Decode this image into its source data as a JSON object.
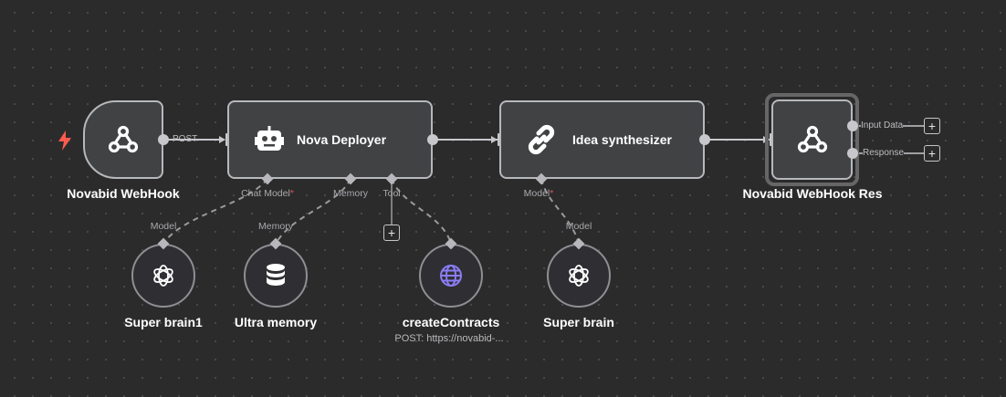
{
  "canvas": {
    "background": "#2b2b2b",
    "dot_color": "#4a4a4a"
  },
  "colors": {
    "node_fill": "#414244",
    "node_border": "#b7b8bb",
    "required": "#e05561",
    "trigger_bolt": "#ff5a4f",
    "globe": "#8b7cf7"
  },
  "nodes": {
    "webhook": {
      "label": "Novabid WebHook",
      "icon": "webhook-icon",
      "trigger_icon": "lightning-bolt-icon"
    },
    "nova_deployer": {
      "title": "Nova Deployer",
      "icon": "robot-icon",
      "ports": {
        "chat_model": "Chat Model",
        "memory": "Memory",
        "tool": "Tool"
      }
    },
    "idea_synthesizer": {
      "title": "Idea synthesizer",
      "icon": "link-icon",
      "ports": {
        "model": "Model"
      }
    },
    "webhook_response": {
      "label": "Novabid WebHook Res",
      "icon": "webhook-icon",
      "outputs": {
        "input_data": "Input Data",
        "response": "Response"
      }
    }
  },
  "edges": {
    "webhook_to_deployer": "POST"
  },
  "sub_nodes": {
    "super_brain1": {
      "label": "Super brain1",
      "port": "Model",
      "icon": "openai-icon"
    },
    "ultra_memory": {
      "label": "Ultra memory",
      "port": "Memory",
      "icon": "database-icon"
    },
    "create_contracts": {
      "label": "createContracts",
      "subtitle": "POST: https://novabid-...",
      "icon": "globe-icon"
    },
    "super_brain": {
      "label": "Super brain",
      "port": "Model",
      "icon": "openai-icon"
    }
  },
  "add_buttons": {
    "symbol": "+"
  }
}
